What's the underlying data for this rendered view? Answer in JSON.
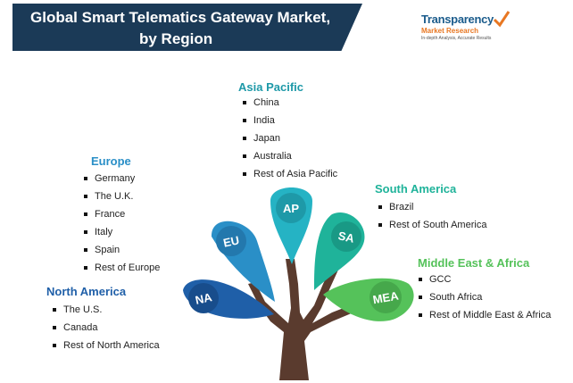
{
  "title": {
    "line1": "Global Smart Telematics Gateway Market,",
    "line2": "by Region"
  },
  "logo": {
    "name": "Transparency",
    "sub": "Market Research",
    "tagline": "In-depth Analysis, Accurate Results"
  },
  "colors": {
    "banner": "#1b3a57",
    "trunk": "#5a3b2e",
    "na": "#1f5fa8",
    "eu": "#2a8fc7",
    "ap": "#25b3c4",
    "sa": "#1fb39a",
    "mea": "#55c25a"
  },
  "tree": {
    "leaves": [
      {
        "id": "na",
        "label": "NA"
      },
      {
        "id": "eu",
        "label": "EU"
      },
      {
        "id": "ap",
        "label": "AP"
      },
      {
        "id": "sa",
        "label": "SA"
      },
      {
        "id": "mea",
        "label": "MEA"
      }
    ]
  },
  "regions": {
    "asia_pacific": {
      "title": "Asia Pacific",
      "items": [
        "China",
        "India",
        "Japan",
        "Australia",
        "Rest of Asia Pacific"
      ]
    },
    "europe": {
      "title": "Europe",
      "items": [
        "Germany",
        "The U.K.",
        "France",
        "Italy",
        "Spain",
        "Rest of Europe"
      ]
    },
    "north_america": {
      "title": "North America",
      "items": [
        "The U.S.",
        "Canada",
        "Rest of North America"
      ]
    },
    "south_america": {
      "title": "South America",
      "items": [
        "Brazil",
        "Rest of South America"
      ]
    },
    "mea": {
      "title": "Middle East & Africa",
      "items": [
        "GCC",
        "South Africa",
        "Rest of Middle East & Africa"
      ]
    }
  }
}
